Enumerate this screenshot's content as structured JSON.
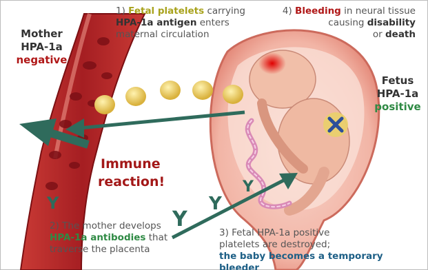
{
  "colors": {
    "blood_vessel": "#b8282c",
    "platelet": "#e6c35c",
    "arrow_teal": "#2f6b5c",
    "uterus": "#e88a7b",
    "text_gray": "#555555",
    "text_green": "#2f8a44",
    "text_red": "#b01717",
    "text_olive": "#a8a21c",
    "text_blue": "#1d5f86"
  },
  "mother": {
    "line1": "Mother",
    "line2": "HPA-1a",
    "status": "negative"
  },
  "fetus": {
    "line1": "Fetus",
    "line2": "HPA-1a",
    "status": "positive"
  },
  "step1": {
    "prefix": "1) ",
    "highlight": "Fetal platelets",
    "rest1": " carrying",
    "bold2": "HPA-1a antigen",
    "rest2": " enters",
    "line3": "maternal circulation"
  },
  "step2": {
    "line1": "2) The mother develops",
    "highlight": "HPA-1a antibodies",
    "rest": " that",
    "line3": "traverse the placenta"
  },
  "step3": {
    "line1": "3) Fetal HPA-1a positive",
    "line2": "platelets are destroyed;",
    "line3": "the baby becomes a temporary bleeder"
  },
  "step4": {
    "prefix": "4) ",
    "highlight": "Bleeding",
    "rest": " in neural tissue",
    "line2_text": "causing ",
    "line2_bold": "disability",
    "line3_text": "or ",
    "line3_bold": "death"
  },
  "immune": {
    "line1": "Immune",
    "line2": "reaction!"
  },
  "antibody_glyph": "Y",
  "icons": {
    "cross": "x-mark-icon"
  }
}
